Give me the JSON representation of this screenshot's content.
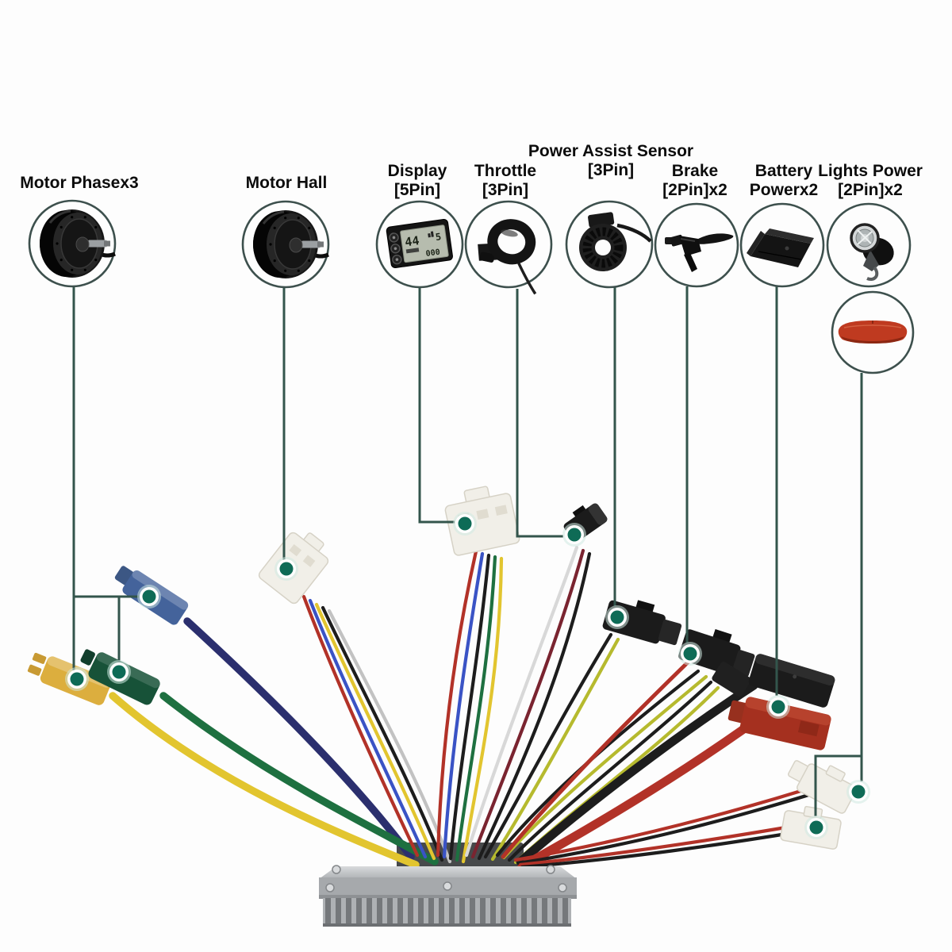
{
  "diagram": {
    "description": "E-bike brushless motor controller wiring connector diagram",
    "components": [
      {
        "id": "motor-phase",
        "label": "Motor Phasex3"
      },
      {
        "id": "motor-hall",
        "label": "Motor Hall"
      },
      {
        "id": "display",
        "label": "Display",
        "label2": "[5Pin]"
      },
      {
        "id": "throttle",
        "label": "Throttle",
        "label2": "[3Pin]"
      },
      {
        "id": "pas",
        "label": "Power Assist Sensor",
        "label2": "[3Pin]"
      },
      {
        "id": "brake",
        "label": "Brake",
        "label2": "[2Pin]x2"
      },
      {
        "id": "battery",
        "label": "Battery",
        "label2": "Powerx2"
      },
      {
        "id": "lights",
        "label": "Lights Power",
        "label2": "[2Pin]x2"
      }
    ],
    "display_lcd": {
      "speed": "44",
      "assist_level": "5",
      "odometer": "000"
    },
    "colors": {
      "dot": "#0e6b56",
      "leader": "#33554c",
      "ring": "#3d504d",
      "wire-yellow": "#e2c52f",
      "wire-green": "#1e7040",
      "wire-navy": "#2b2f6e",
      "wire-blue": "#3a53c5",
      "wire-red": "#b23228",
      "wire-maroon": "#7a2430",
      "wire-black": "#1d1d1d",
      "wire-white": "#d8d8d8",
      "wire-gray": "#c2c2c2",
      "wire-chartreuse": "#b6ba2e",
      "conn-blue": "#44639b",
      "conn-yellow": "#dcae3e",
      "conn-green": "#175238",
      "conn-white": "#f1efe8",
      "conn-black": "#1b1b1b",
      "conn-red": "#a5301f"
    }
  }
}
